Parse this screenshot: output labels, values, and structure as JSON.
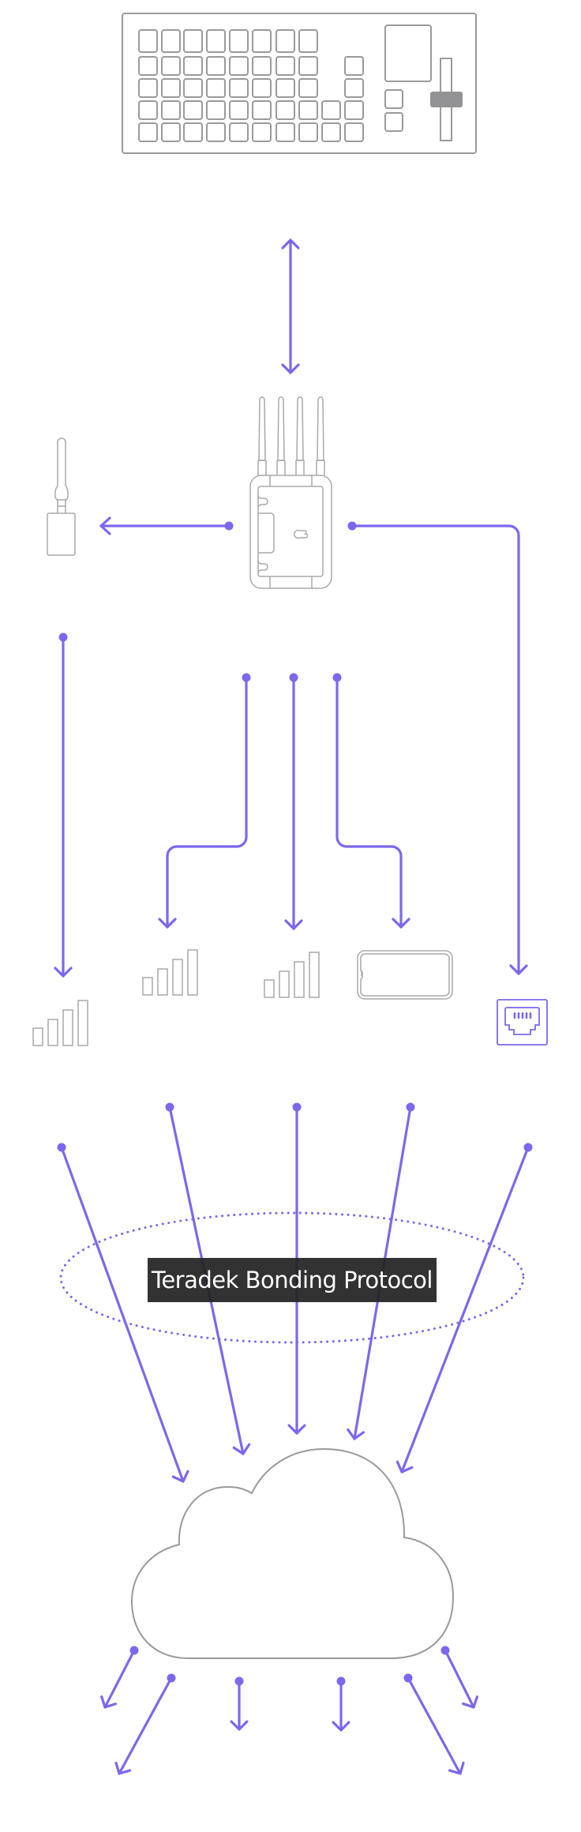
{
  "diagram": {
    "title": "Teradek Bonding Protocol",
    "colors": {
      "flow": "#7b68ee",
      "device_outline": "#9a9a9c",
      "label_background": "#222222",
      "label_text": "#ffffff",
      "fader_knob": "#939396"
    },
    "nodes": [
      {
        "id": "production-switcher",
        "icon": "video-switcher-panel-icon"
      },
      {
        "id": "bonded-transmitter",
        "icon": "four-antenna-transmitter-icon"
      },
      {
        "id": "usb-modem",
        "icon": "usb-cellular-dongle-icon"
      },
      {
        "id": "cellular-link-1",
        "icon": "cellular-signal-icon"
      },
      {
        "id": "cellular-link-2",
        "icon": "cellular-signal-icon"
      },
      {
        "id": "cellular-link-3",
        "icon": "cellular-signal-icon"
      },
      {
        "id": "smartphone-hotspot",
        "icon": "smartphone-icon"
      },
      {
        "id": "ethernet",
        "icon": "ethernet-port-icon"
      },
      {
        "id": "cloud",
        "icon": "cloud-icon"
      }
    ],
    "edges": [
      {
        "from": "production-switcher",
        "to": "bonded-transmitter",
        "direction": "bidirectional"
      },
      {
        "from": "bonded-transmitter",
        "to": "usb-modem"
      },
      {
        "from": "bonded-transmitter",
        "to": "ethernet"
      },
      {
        "from": "usb-modem",
        "to": "cellular-link-1"
      },
      {
        "from": "bonded-transmitter",
        "to": "cellular-link-2"
      },
      {
        "from": "bonded-transmitter",
        "to": "cellular-link-3"
      },
      {
        "from": "bonded-transmitter",
        "to": "smartphone-hotspot"
      },
      {
        "from": "cellular-link-1",
        "to": "cloud",
        "via": "Teradek Bonding Protocol"
      },
      {
        "from": "cellular-link-2",
        "to": "cloud",
        "via": "Teradek Bonding Protocol"
      },
      {
        "from": "cellular-link-3",
        "to": "cloud",
        "via": "Teradek Bonding Protocol"
      },
      {
        "from": "smartphone-hotspot",
        "to": "cloud",
        "via": "Teradek Bonding Protocol"
      },
      {
        "from": "ethernet",
        "to": "cloud",
        "via": "Teradek Bonding Protocol"
      }
    ],
    "cloud_outputs": 6
  }
}
